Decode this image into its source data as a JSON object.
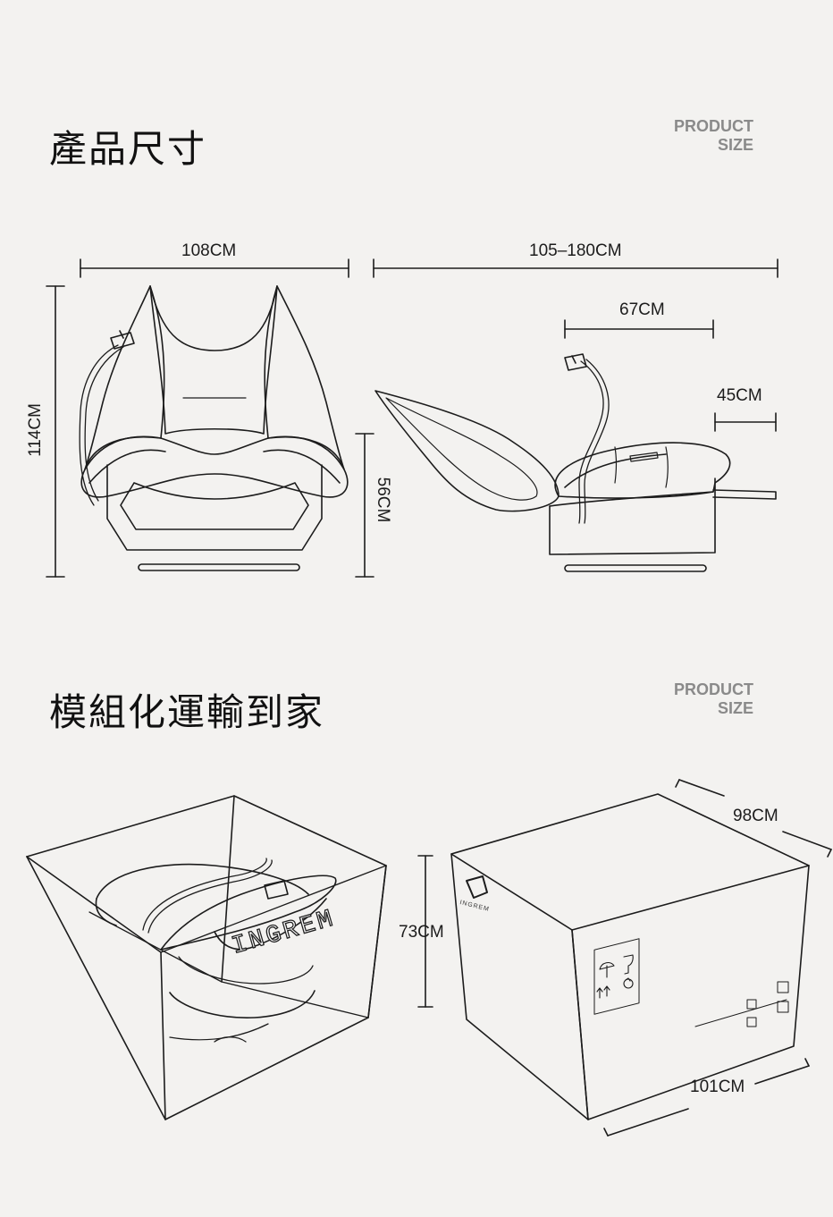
{
  "section1": {
    "title": "產品尺寸",
    "tag_line1": "PRODUCT",
    "tag_line2": "SIZE"
  },
  "section2": {
    "title": "模組化運輸到家",
    "tag_line1": "PRODUCT",
    "tag_line2": "SIZE"
  },
  "dimensions": {
    "front_width": "108CM",
    "side_length": "105–180CM",
    "seat_depth": "67CM",
    "basin_width": "45CM",
    "height": "114CM",
    "seat_height": "56CM",
    "box_height": "73CM",
    "box_depth": "98CM",
    "box_width": "101CM"
  },
  "brand": {
    "name": "INGREM",
    "box_brand": "INGREM"
  },
  "colors": {
    "background": "#f3f2f0",
    "line": "#1c1c1c",
    "tag_gray": "#8a8a8a"
  },
  "icons": [
    "umbrella-icon",
    "fragile-glass-icon",
    "this-way-up-icon",
    "recycle-icon"
  ]
}
